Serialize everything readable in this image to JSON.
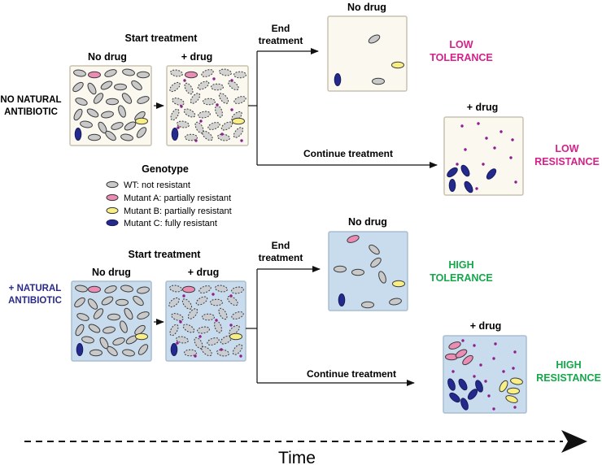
{
  "colors": {
    "beige_box": "#fbf8ef",
    "blue_box": "#c9dcee",
    "wt_fill": "#c9c9c9",
    "mutant_a": "#ea8cb4",
    "mutant_b": "#f7ef86",
    "mutant_c": "#242a8c",
    "drug_dot": "#8e1d8e",
    "tolerance_resistance_low": "#d6208a",
    "tolerance_resistance_high": "#14a84a",
    "no_natural_antibiotic": "#c9a62b",
    "natural_antibiotic": "#2a2a8c"
  },
  "top_row": {
    "condition": [
      "NO NATURAL",
      "ANTIBIOTIC"
    ],
    "start_treatment": "Start treatment",
    "no_drug": "No drug",
    "plus_drug": "+ drug",
    "end_treatment": [
      "End",
      "treatment"
    ],
    "end_box_title": "No drug",
    "end_outcome": [
      "LOW",
      "TOLERANCE"
    ],
    "continue_treatment": "Continue treatment",
    "continue_box_title": "+ drug",
    "continue_outcome": [
      "LOW",
      "RESISTANCE"
    ]
  },
  "legend": {
    "title": "Genotype",
    "items": [
      {
        "label": "WT: not resistant",
        "genotype": "wt"
      },
      {
        "label": "Mutant A: partially resistant",
        "genotype": "a"
      },
      {
        "label": "Mutant B: partially resistant",
        "genotype": "b"
      },
      {
        "label": "Mutant C: fully resistant",
        "genotype": "c"
      }
    ]
  },
  "bottom_row": {
    "condition": [
      "+ NATURAL",
      "ANTIBIOTIC"
    ],
    "start_treatment": "Start treatment",
    "no_drug": "No drug",
    "plus_drug": "+ drug",
    "end_treatment": [
      "End",
      "treatment"
    ],
    "end_box_title": "No drug",
    "end_outcome": [
      "HIGH",
      "TOLERANCE"
    ],
    "continue_treatment": "Continue treatment",
    "continue_box_title": "+ drug",
    "continue_outcome": [
      "HIGH",
      "RESISTANCE"
    ]
  },
  "time_label": "Time"
}
